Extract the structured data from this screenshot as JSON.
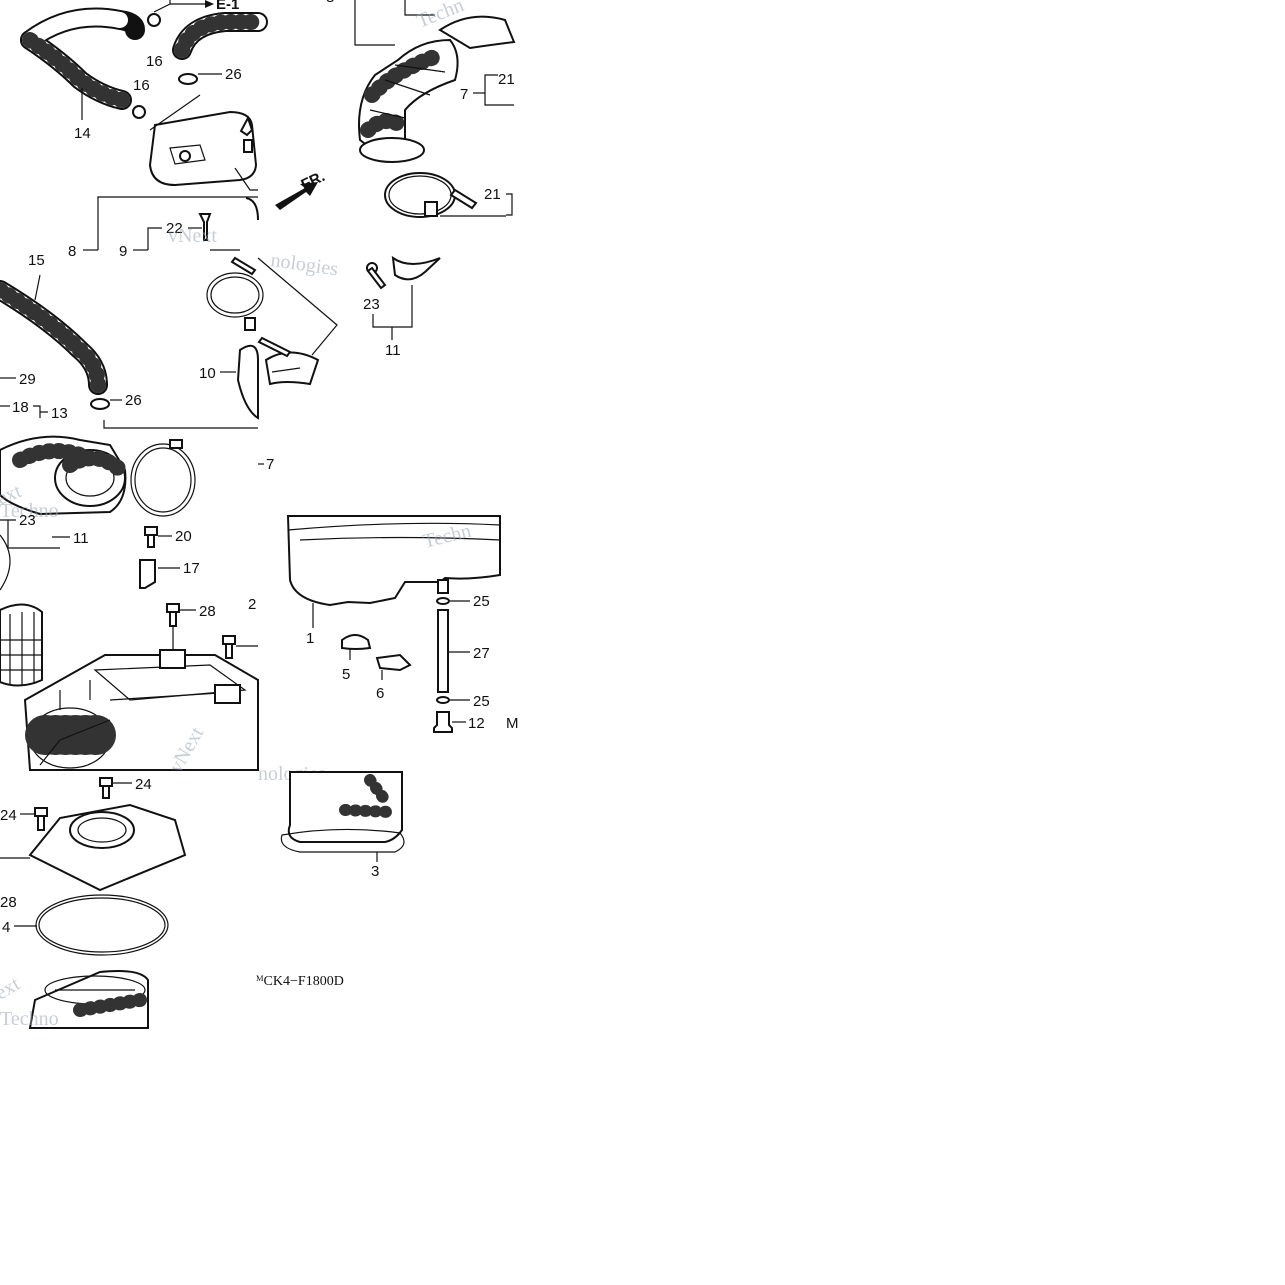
{
  "diagram": {
    "code": "ᴹCK4−F1800D",
    "front_marker": "FR.",
    "ref_marker": "E-1",
    "watermark_brand": "vNext",
    "watermark_line1": "Techn",
    "watermark_line2": "nologies",
    "watermark_line3": "Technologies",
    "watermark_frag": "Techno",
    "watermark_frag2": "ext",
    "labels": {
      "p1": "1",
      "p2": "2",
      "p3": "3",
      "p4": "4",
      "p5": "5",
      "p6": "6",
      "p7": "7",
      "p8": "8",
      "p9": "9",
      "p10": "10",
      "p11": "11",
      "p12": "12",
      "p13": "13",
      "p14": "14",
      "p15": "15",
      "p16": "16",
      "p17": "17",
      "p18": "18",
      "p20": "20",
      "p21": "21",
      "p22": "22",
      "p23": "23",
      "p24": "24",
      "p25": "25",
      "p26": "26",
      "p27": "27",
      "p28": "28",
      "p29": "29",
      "m": "M"
    }
  }
}
